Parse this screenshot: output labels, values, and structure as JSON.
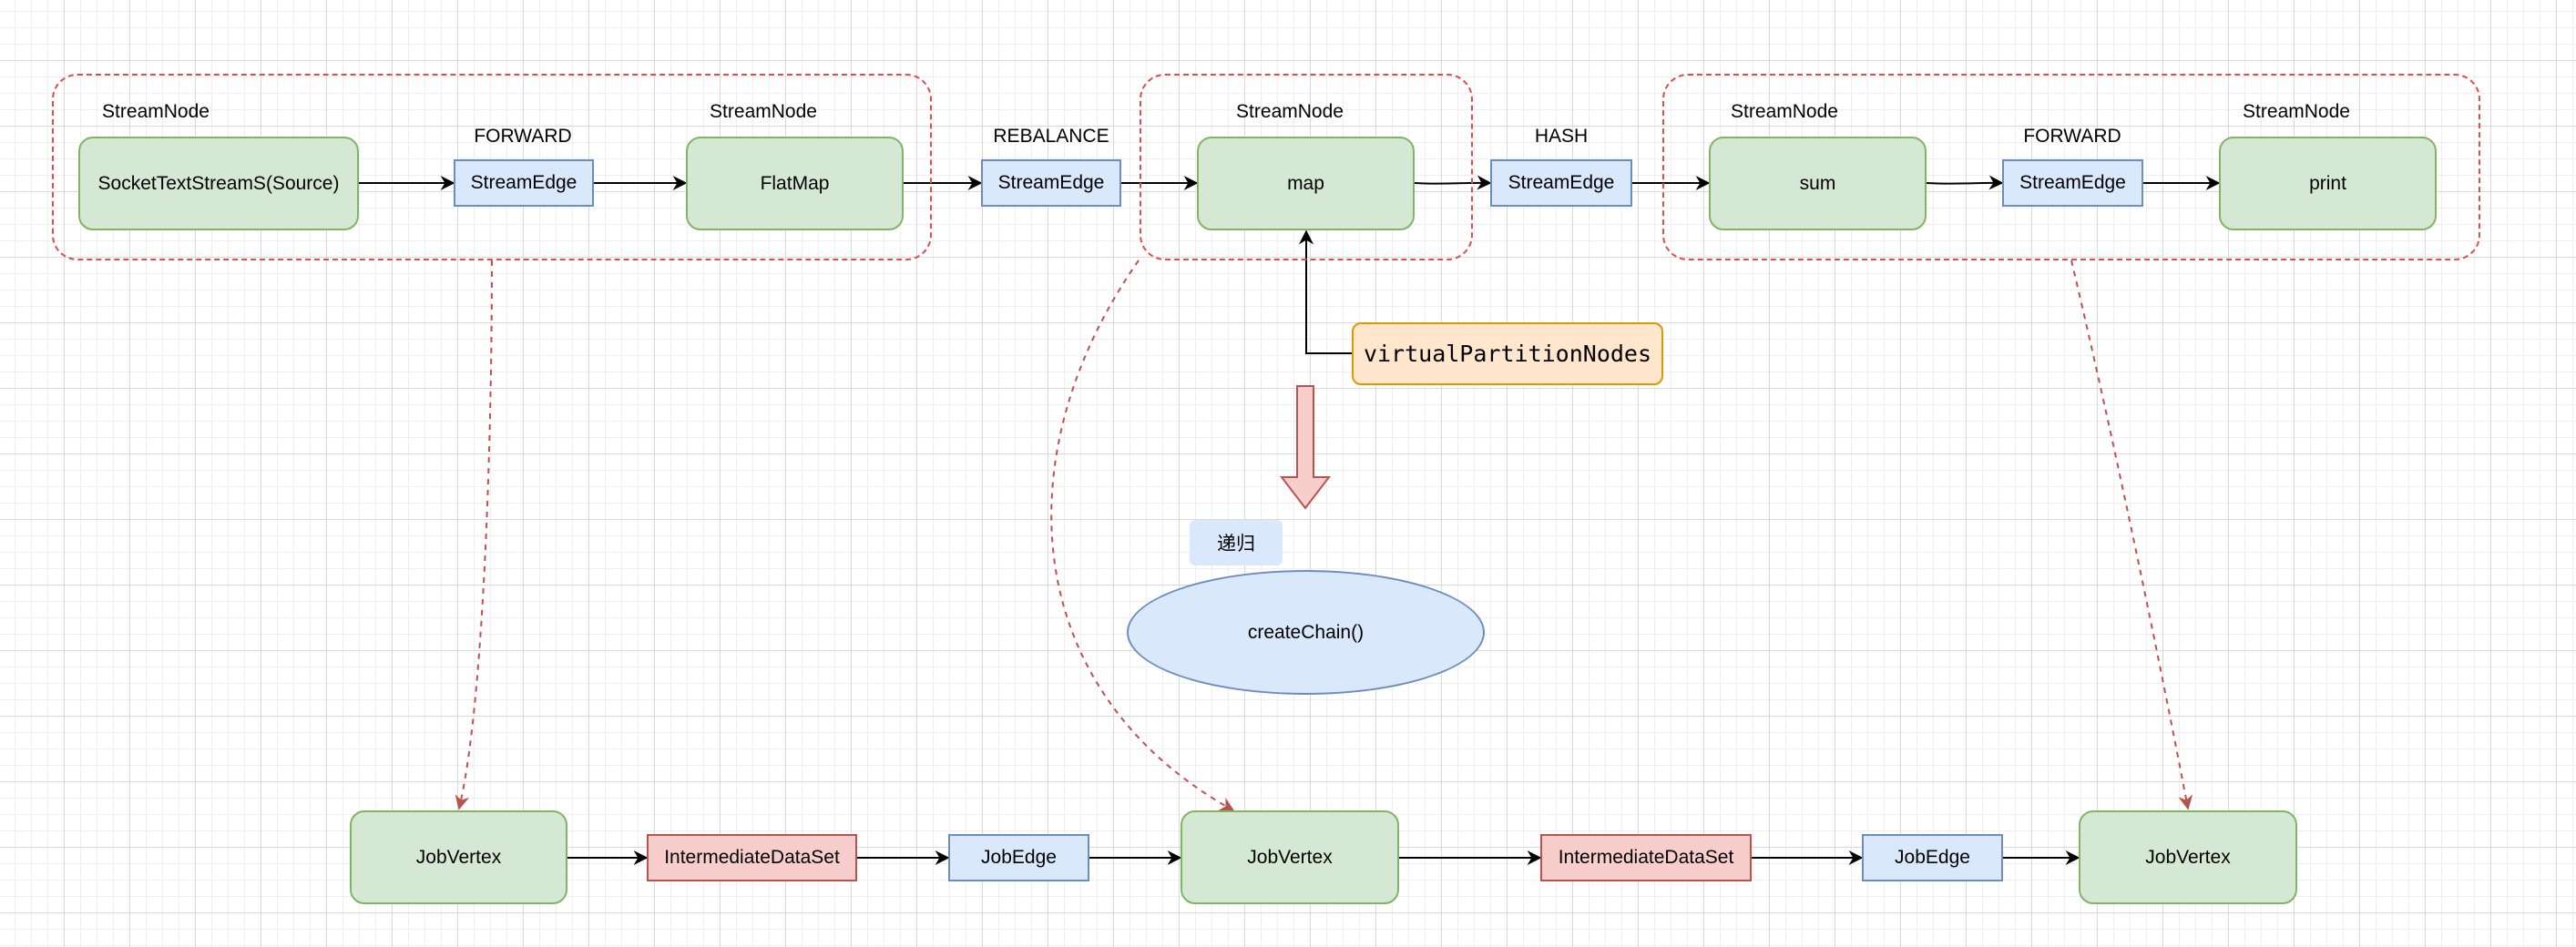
{
  "stream_graph": {
    "groups": [
      "chain-1",
      "chain-2",
      "chain-3"
    ],
    "nodes": {
      "source": {
        "caption": "StreamNode",
        "label": "SocketTextStreamS(Source)"
      },
      "flatmap": {
        "caption": "StreamNode",
        "label": "FlatMap"
      },
      "map": {
        "caption": "StreamNode",
        "label": "map"
      },
      "sum": {
        "caption": "StreamNode",
        "label": "sum"
      },
      "print": {
        "caption": "StreamNode",
        "label": "print"
      }
    },
    "edges": {
      "e1": {
        "partitioner": "FORWARD",
        "label": "StreamEdge"
      },
      "e2": {
        "partitioner": "REBALANCE",
        "label": "StreamEdge"
      },
      "e3": {
        "partitioner": "HASH",
        "label": "StreamEdge"
      },
      "e4": {
        "partitioner": "FORWARD",
        "label": "StreamEdge"
      }
    }
  },
  "virtual_partition": {
    "label": "virtualPartitionNodes"
  },
  "recursion": {
    "label": "递归"
  },
  "create_chain": {
    "label": "createChain()"
  },
  "job_graph": {
    "vertices": [
      "JobVertex",
      "JobVertex",
      "JobVertex"
    ],
    "datasets": [
      "IntermediateDataSet",
      "IntermediateDataSet"
    ],
    "job_edges": [
      "JobEdge",
      "JobEdge"
    ]
  },
  "colors": {
    "node_fill": "#d5e8d4",
    "node_stroke": "#82b366",
    "edge_fill": "#dae8fc",
    "edge_stroke": "#6c8ebf",
    "dataset_fill": "#f8cecc",
    "dataset_stroke": "#b85450",
    "note_fill": "#ffe6cc",
    "note_stroke": "#d79b00",
    "group_stroke": "#dd4d4d",
    "arrow": "#000000"
  }
}
